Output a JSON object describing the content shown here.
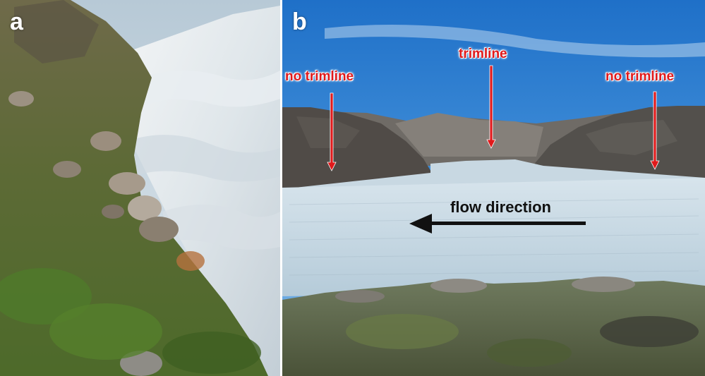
{
  "panels": [
    {
      "letter": "a"
    },
    {
      "letter": "b"
    }
  ],
  "annotations": {
    "left": "no trimline",
    "center": "trimline",
    "right": "no trimline",
    "flow": "flow direction"
  },
  "colors": {
    "label_red": "#e0191b",
    "flow_arrow": "#111111",
    "panel_letter": "#ffffff"
  }
}
